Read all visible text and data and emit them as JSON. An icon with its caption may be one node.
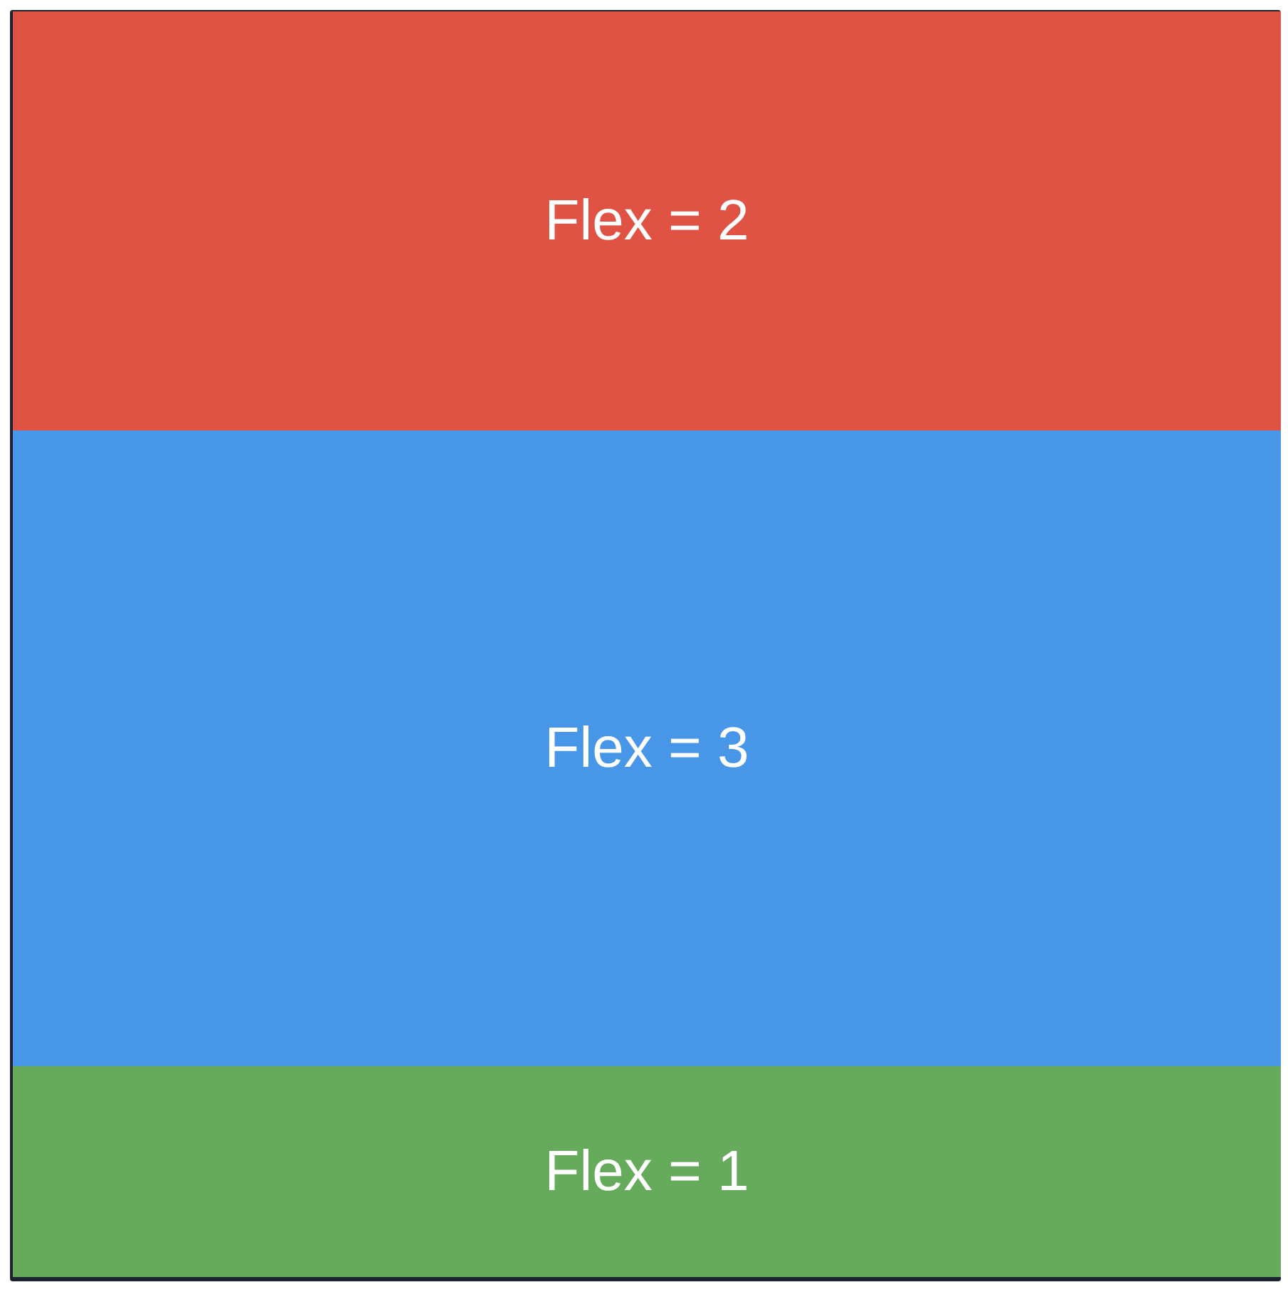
{
  "diagram": {
    "nodes": [
      {
        "text": [
          "Flex = 2"
        ]
      },
      {
        "text": [
          "Flex = 3"
        ]
      },
      {
        "text": [
          "Flex = 1"
        ]
      }
    ]
  }
}
